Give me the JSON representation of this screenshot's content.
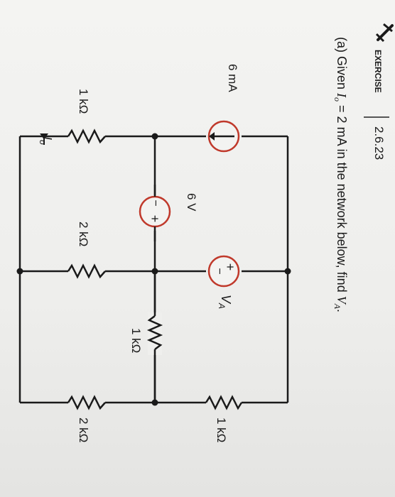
{
  "header": {
    "badge_label": "EXERCISE",
    "exercise_number": "2.6.23"
  },
  "problem": {
    "part": "(a)",
    "text_before": "Given ",
    "variable_main": "I",
    "variable_sub": "o",
    "text_middle": " = 2 mA in the network below, find ",
    "target_main": "V",
    "target_sub": "A",
    "text_end": "."
  },
  "circuit": {
    "current_source_label": "6 mA",
    "voltage_source_6v_label": "6 V",
    "dependent_source_label_main": "V",
    "dependent_source_label_sub": "A",
    "resistor_left_label": "1 kΩ",
    "current_label_main": "I",
    "current_label_sub": "o",
    "resistor_middle_label": "2 kΩ",
    "resistor_center_label": "1 kΩ",
    "resistor_top_right_label": "1 kΩ",
    "resistor_bottom_right_label": "2 kΩ",
    "plus_sign": "+",
    "minus_sign": "−",
    "colors": {
      "wire": "#1a1a1a",
      "source": "#c0392b",
      "badge_line": "#222222"
    }
  }
}
